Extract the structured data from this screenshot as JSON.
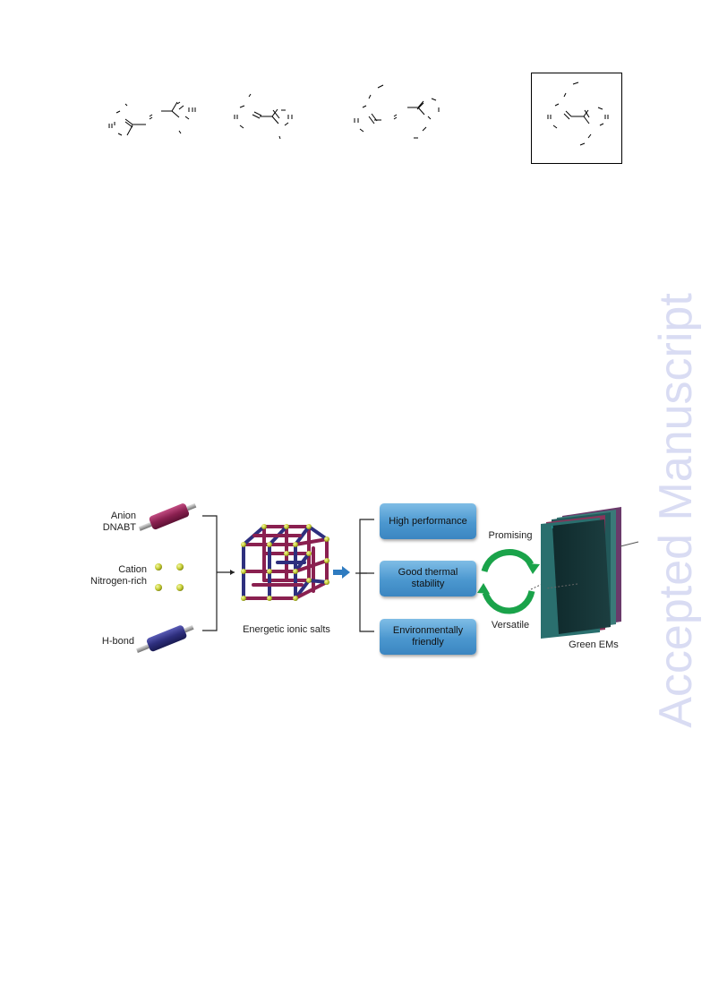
{
  "watermark": {
    "text": "Accepted Manuscript",
    "color": "#d9dcf3"
  },
  "figure": {
    "left_labels": {
      "anion_line1": "Anion",
      "anion_line2": "DNABT",
      "cation_line1": "Cation",
      "cation_line2": "Nitrogen-rich",
      "hbond": "H-bond"
    },
    "salts_label": "Energetic ionic salts",
    "boxes": [
      {
        "text": "High performance"
      },
      {
        "text": "Good thermal\nstability"
      },
      {
        "text": "Environmentally\nfriendly"
      }
    ],
    "promising": "Promising",
    "versatile": "Versatile",
    "green_label": "Green EMs",
    "colors": {
      "anion_rod": "#8a2050",
      "hbond_rod": "#2e2f7e",
      "cation_ball": "#c4cc32",
      "box": "#4b97cf",
      "arrow_green": "#1aa34a",
      "arrow_blue": "#2e7bc0"
    }
  }
}
